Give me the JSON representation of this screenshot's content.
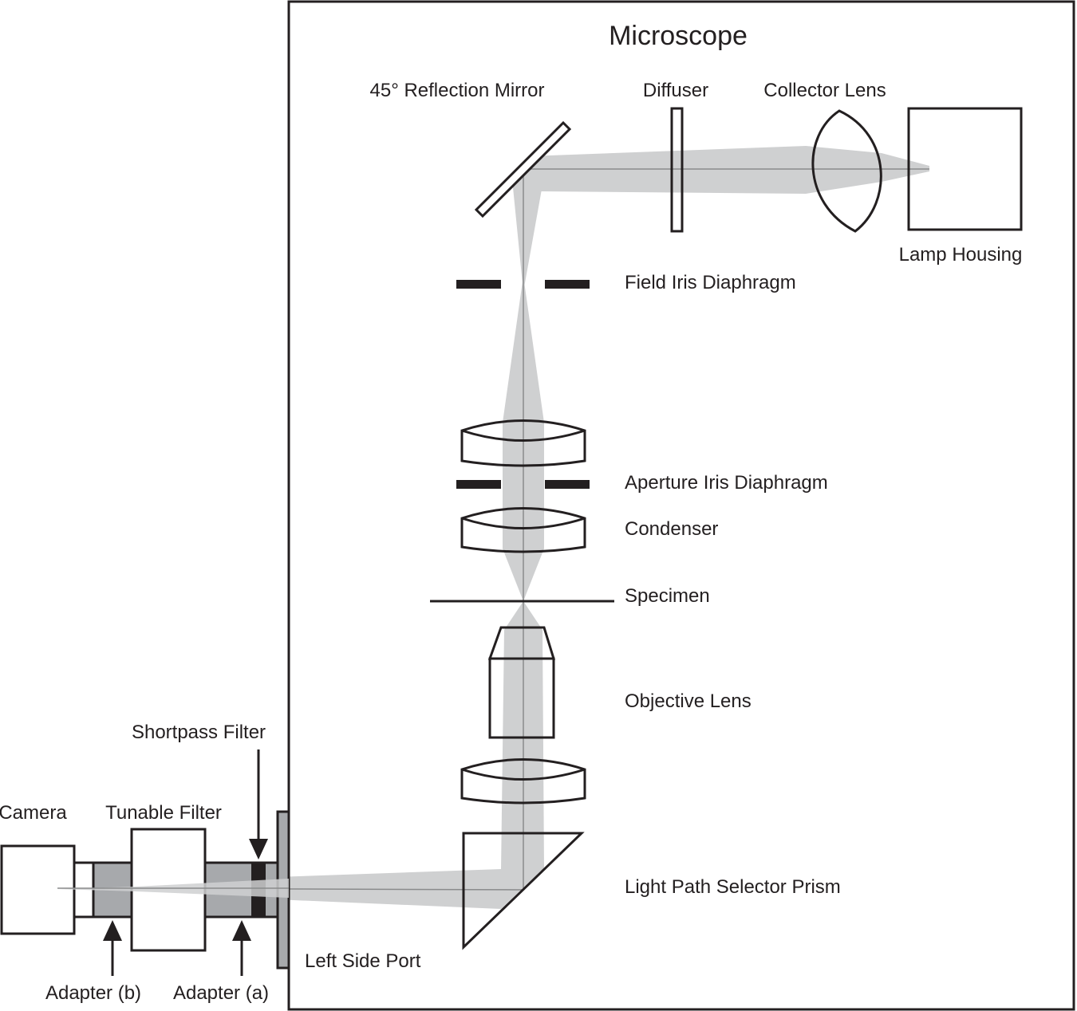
{
  "diagram": {
    "title": "Microscope",
    "labels": {
      "reflection_mirror": "45° Reflection Mirror",
      "diffuser": "Diffuser",
      "collector_lens": "Collector Lens",
      "lamp_housing": "Lamp Housing",
      "field_iris": "Field Iris Diaphragm",
      "aperture_iris": "Aperture Iris Diaphragm",
      "condenser": "Condenser",
      "specimen": "Specimen",
      "objective_lens": "Objective Lens",
      "prism": "Light Path Selector Prism",
      "left_side_port": "Left Side Port",
      "shortpass_filter": "Shortpass Filter",
      "camera": "Camera",
      "tunable_filter": "Tunable Filter",
      "adapter_b": "Adapter (b)",
      "adapter_a": "Adapter (a)"
    },
    "colors": {
      "line": "#231f20",
      "beam": "#cfd0d1",
      "axis": "#8a8b8c",
      "adapter_fill": "#a7a9ac"
    }
  }
}
